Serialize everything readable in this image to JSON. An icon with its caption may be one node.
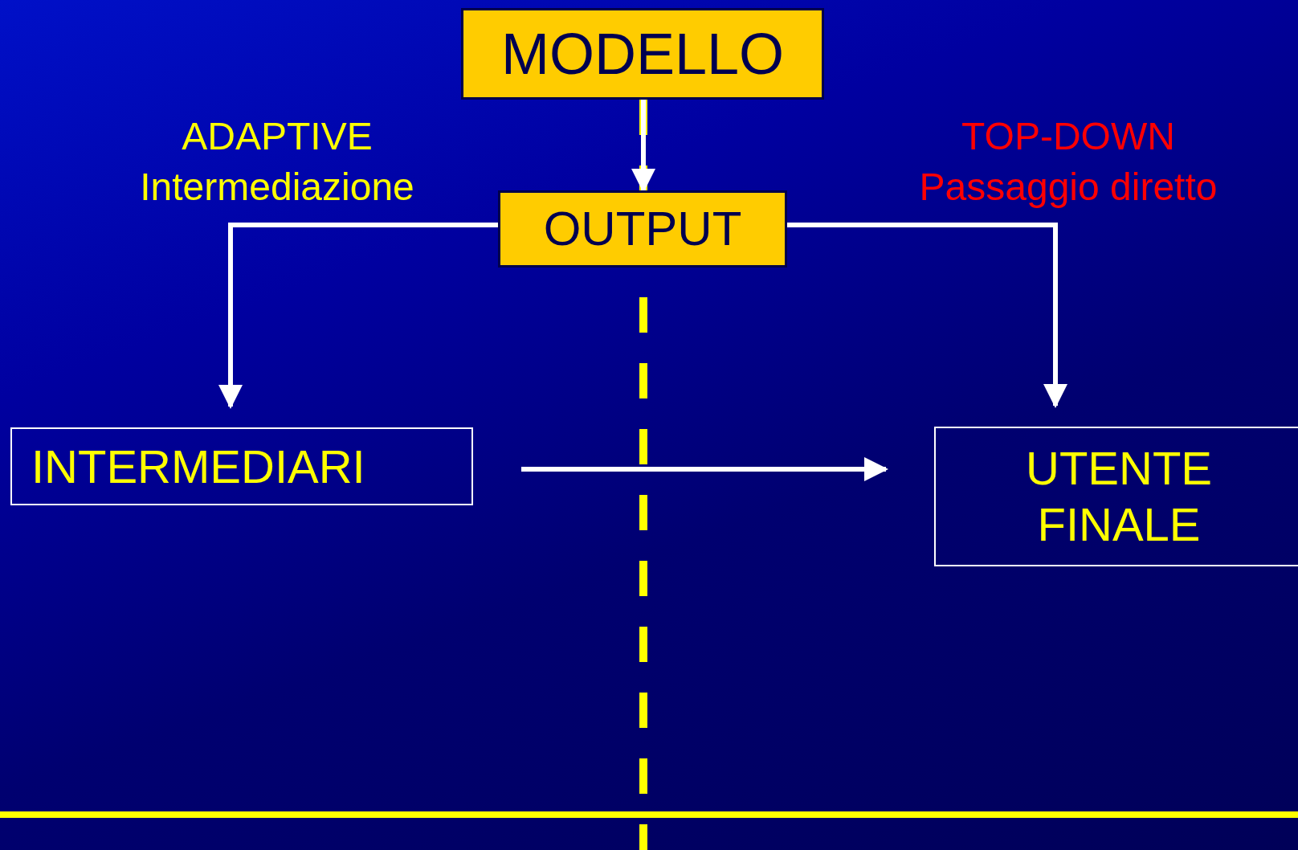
{
  "diagram": {
    "nodes": [
      {
        "text": [
          "MODELLO"
        ]
      },
      {
        "text": [
          "OUTPUT"
        ]
      },
      {
        "text": [
          "INTERMEDIARI"
        ]
      },
      {
        "text": [
          "UTENTE FINALE"
        ]
      }
    ],
    "edges": [
      {
        "from": 0,
        "to": 1,
        "arrow": "to"
      },
      {
        "from": 1,
        "to": 2,
        "arrow": "to"
      },
      {
        "from": 1,
        "to": 3,
        "arrow": "to"
      },
      {
        "from": 2,
        "to": 3,
        "arrow": "to"
      }
    ],
    "labels": [
      "ADAPTIVE",
      "Intermediazione",
      "TOP-DOWN",
      "Passaggio diretto"
    ]
  }
}
